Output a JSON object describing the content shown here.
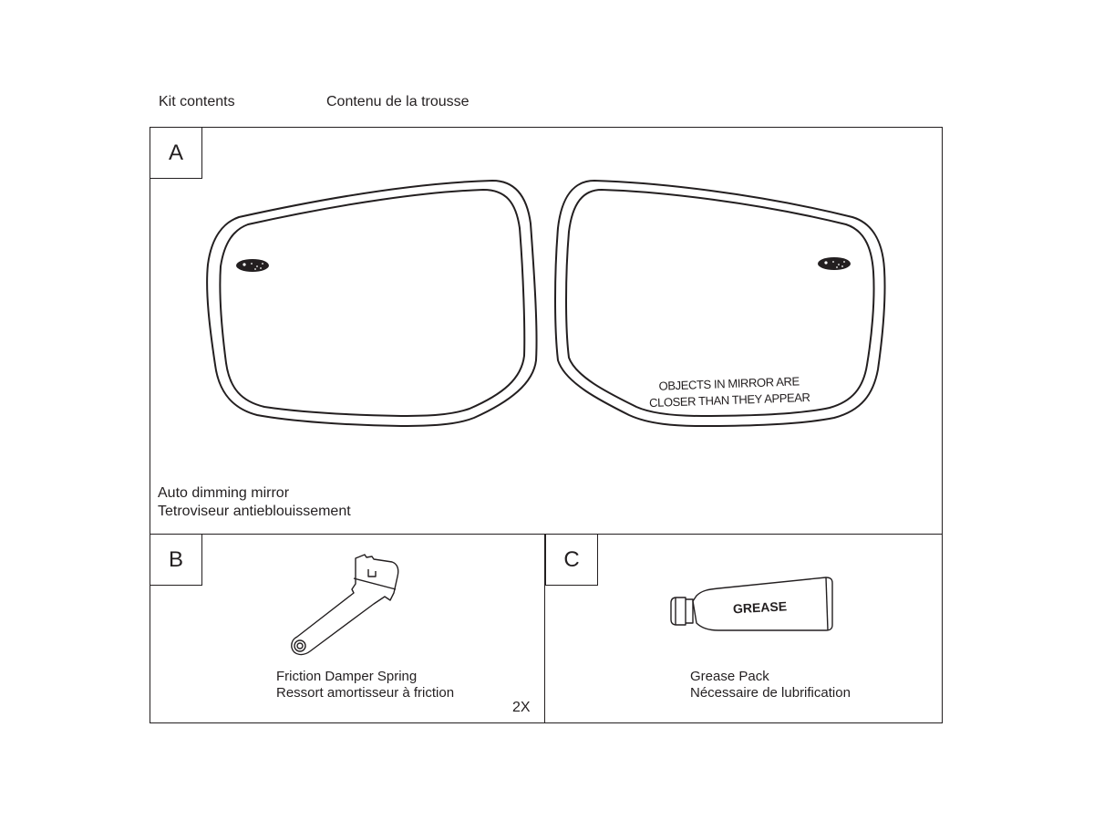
{
  "header": {
    "title_en": "Kit contents",
    "title_fr": "Contenu de la trousse"
  },
  "sections": [
    {
      "letter": "A",
      "caption_en": "Auto dimming mirror",
      "caption_fr": "Tetroviseur antieblouissement",
      "mirror_text_line1": "OBJECTS IN MIRROR ARE",
      "mirror_text_line2": "CLOSER THAN THEY APPEAR",
      "icons": [
        "left-mirror-glass",
        "right-mirror-glass",
        "brand-emblem"
      ]
    },
    {
      "letter": "B",
      "caption_en": "Friction Damper Spring",
      "caption_fr": "Ressort amortisseur à friction",
      "quantity": "2X",
      "icons": [
        "damper-spring"
      ]
    },
    {
      "letter": "C",
      "caption_en": "Grease Pack",
      "caption_fr": "Nécessaire de lubrification",
      "tube_label": "GREASE",
      "icons": [
        "grease-tube"
      ]
    }
  ],
  "colors": {
    "ink": "#231f20",
    "background": "#ffffff"
  }
}
